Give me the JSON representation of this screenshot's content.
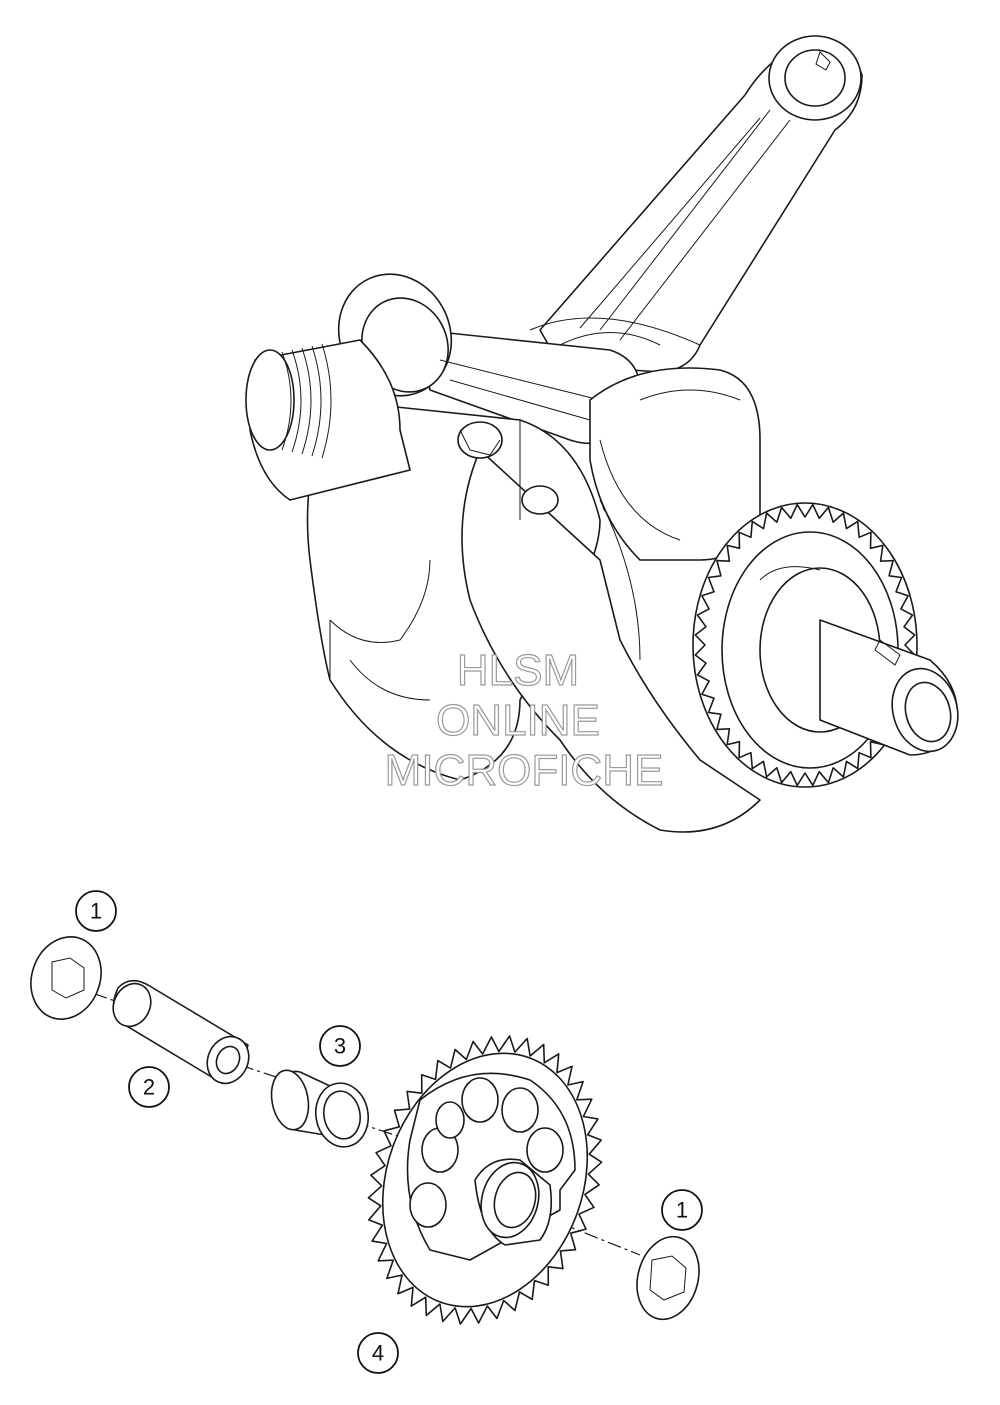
{
  "diagram": {
    "callouts": [
      {
        "id": "callout-1-top",
        "label": "1"
      },
      {
        "id": "callout-2",
        "label": "2"
      },
      {
        "id": "callout-3",
        "label": "3"
      },
      {
        "id": "callout-4",
        "label": "4"
      },
      {
        "id": "callout-1-right",
        "label": "1"
      }
    ],
    "watermark": {
      "line1": "HLSM",
      "line2": "ONLINE",
      "line3": "MICROFICHE",
      "color": "#9a9a9a"
    }
  }
}
